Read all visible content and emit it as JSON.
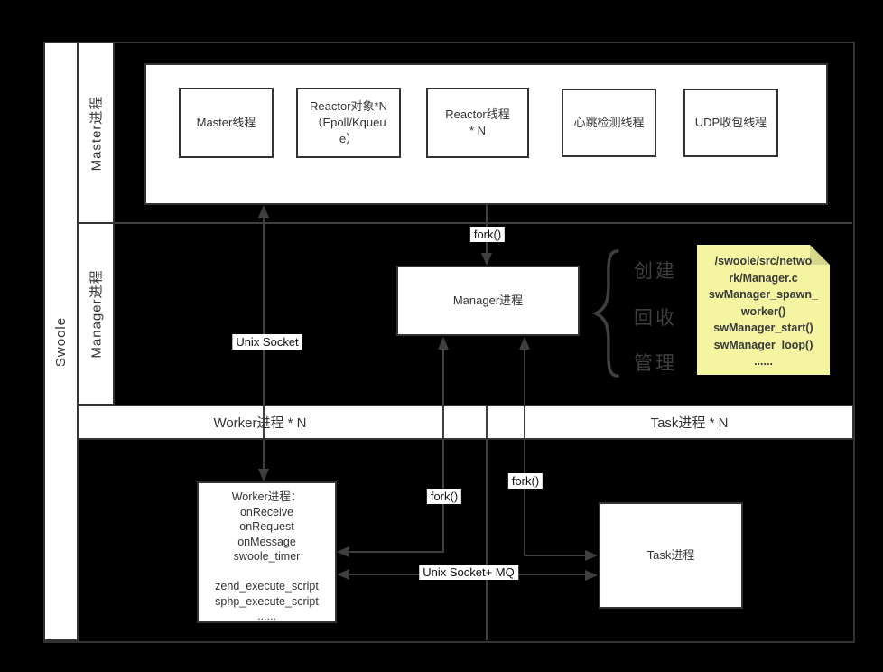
{
  "sidebar": {
    "swoole_label": "Swoole",
    "master_label": "Master进程",
    "manager_label": "Manager进程"
  },
  "master_section": {
    "threads": [
      {
        "label": "Master线程"
      },
      {
        "label": "Reactor对象*N\n（Epoll/Kqueu\ne）"
      },
      {
        "label": "Reactor线程\n* N"
      },
      {
        "label": "心跳检测线程"
      },
      {
        "label": "UDP收包线程"
      }
    ]
  },
  "manager_section": {
    "fork_label": "fork()",
    "manager_box_label": "Manager进程",
    "unix_socket_label": "Unix Socket",
    "duties": [
      {
        "label": "创建"
      },
      {
        "label": "回收"
      },
      {
        "label": "管理"
      }
    ],
    "note_text": "/swoole/src/netwo\nrk/Manager.c\nswManager_spawn_\nworker()\nswManager_start()\nswManager_loop()\n......"
  },
  "process_band": {
    "worker_label": "Worker进程 * N",
    "task_label": "Task进程 * N"
  },
  "bottom_section": {
    "fork_left_label": "fork()",
    "fork_right_label": "fork()",
    "worker_box_text": "Worker进程：\nonReceive\nonRequest\nonMessage\nswoole_timer\n\nzend_execute_script\nsphp_execute_script\n......",
    "task_box_label": "Task进程",
    "mq_label": "Unix Socket+ MQ"
  },
  "colors": {
    "background": "#000000",
    "line": "#3f3f3f",
    "box_border": "#333333",
    "box_text": "#333333",
    "label_bg": "#ffffff",
    "note_bg": "#f4f4a1",
    "note_fold": "#d6d68c",
    "duty_text": "#3f3f3f"
  }
}
